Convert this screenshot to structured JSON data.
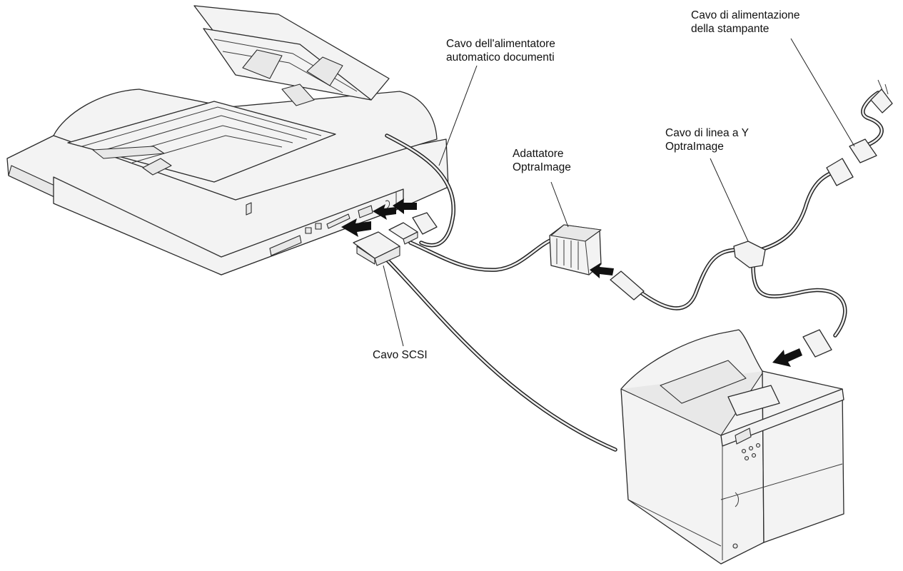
{
  "labels": {
    "adf_cable": [
      "Cavo dell'alimentatore",
      "automatico documenti"
    ],
    "printer_power_cable": [
      "Cavo di alimentazione",
      "della stampante"
    ],
    "y_cable": [
      "Cavo di linea a Y",
      "OptraImage"
    ],
    "adapter": [
      "Adattatore",
      "OptraImage"
    ],
    "scsi_cable": [
      "Cavo SCSI"
    ]
  }
}
